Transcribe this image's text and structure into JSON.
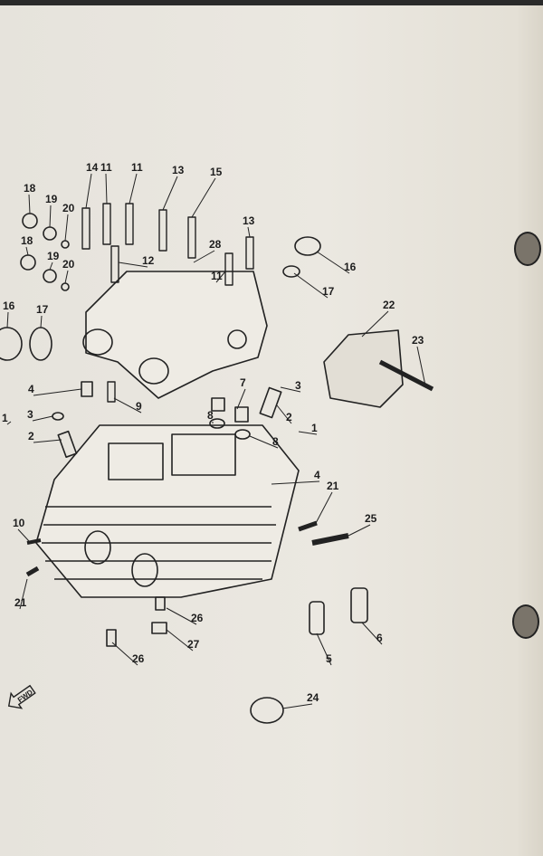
{
  "diagram": {
    "title": "Cylinder head exploded view",
    "fwd_label": "FWD",
    "callouts": [
      "14",
      "11",
      "11",
      "13",
      "15",
      "18",
      "19",
      "20",
      "18",
      "19",
      "20",
      "12",
      "28",
      "13",
      "11",
      "16",
      "17",
      "16",
      "17",
      "22",
      "23",
      "4",
      "3",
      "1",
      "2",
      "9",
      "7",
      "3",
      "8",
      "2",
      "8",
      "1",
      "4",
      "10",
      "21",
      "21",
      "25",
      "26",
      "26",
      "27",
      "5",
      "6",
      "24"
    ]
  }
}
